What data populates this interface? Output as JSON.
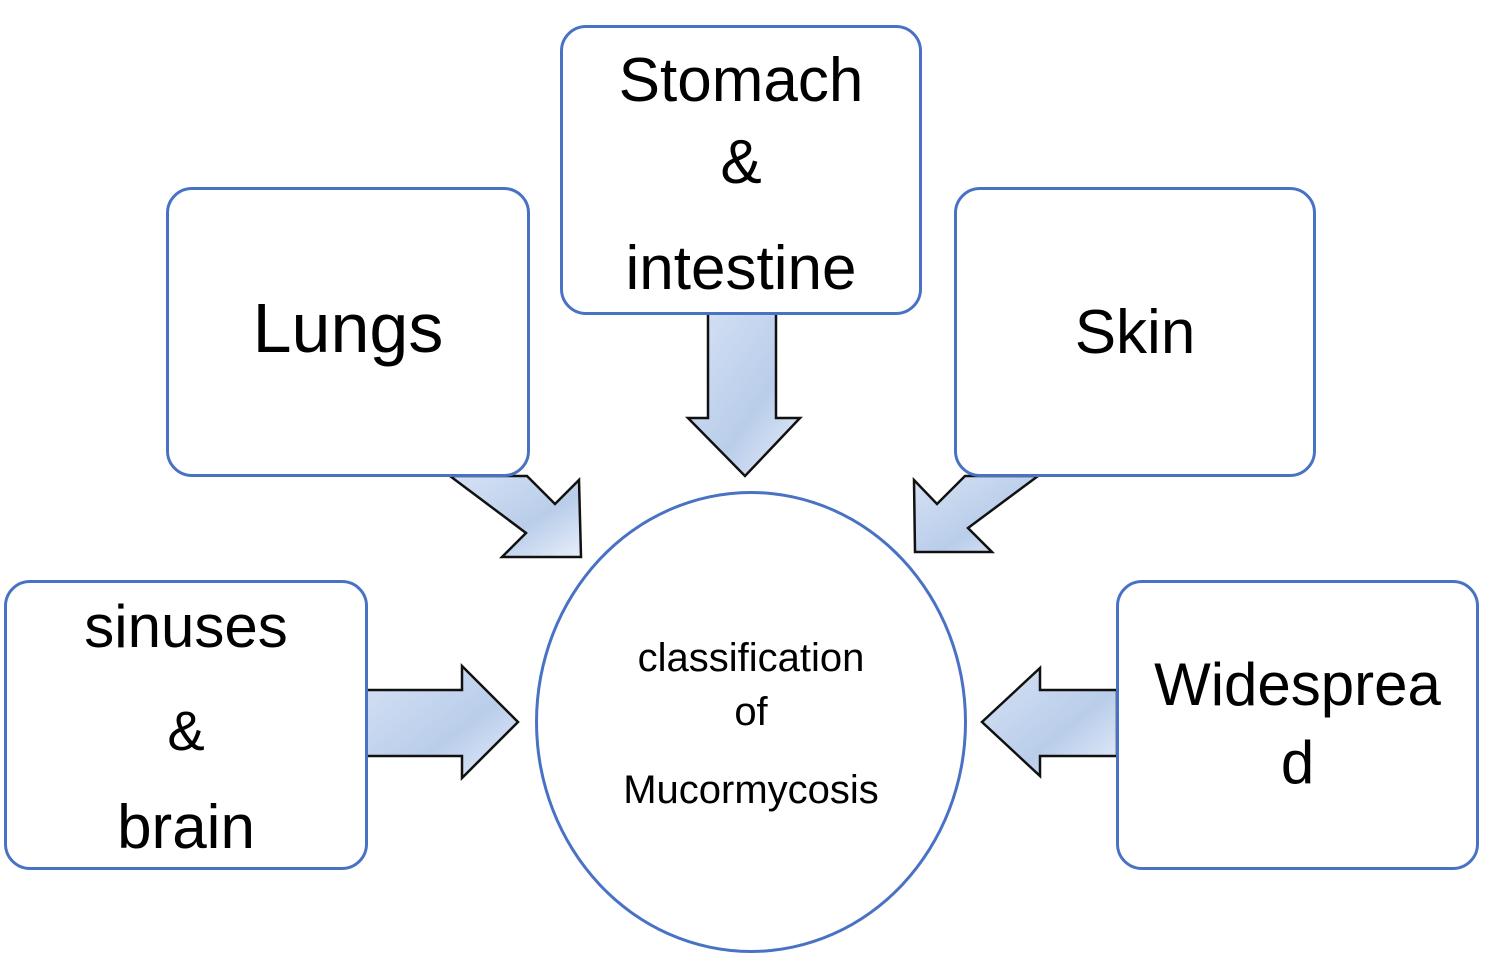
{
  "center": {
    "line1": "classification",
    "line2": "of",
    "line3": "Mucormycosis"
  },
  "nodes": {
    "lungs": {
      "line1": "Lungs"
    },
    "stomach": {
      "line1": "Stomach",
      "line2": "&",
      "line3": "intestine"
    },
    "skin": {
      "line1": "Skin"
    },
    "sinuses": {
      "line1": "sinuses",
      "line2": "&",
      "line3": "brain"
    },
    "widespread": {
      "line1": "Widesprea",
      "line2": "d"
    }
  },
  "colors": {
    "border": "#4a72c4",
    "arrow_fill": "#c5d6ef",
    "arrow_stroke": "#111111"
  }
}
